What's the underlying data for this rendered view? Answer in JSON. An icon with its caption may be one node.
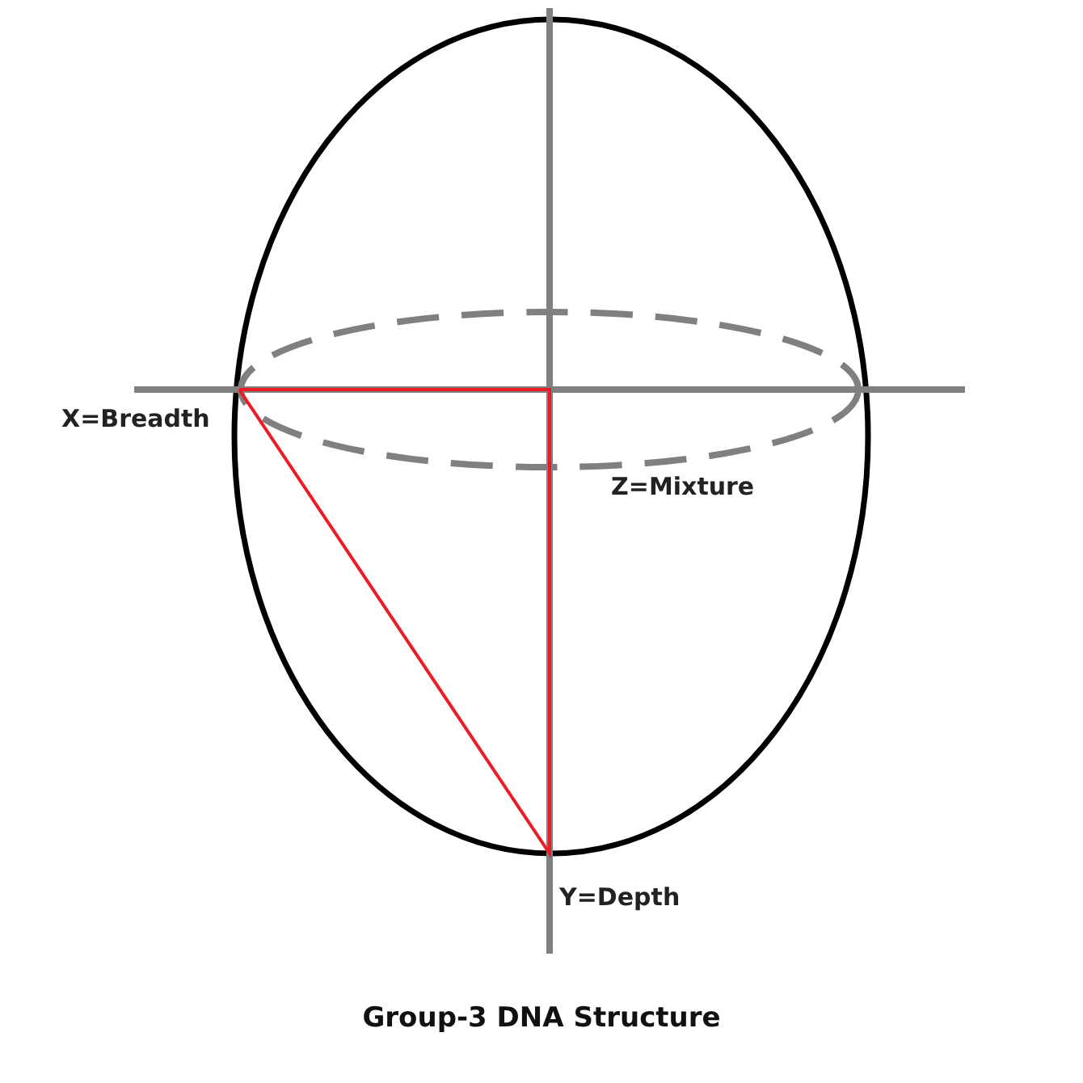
{
  "diagram": {
    "title": "Group-3 DNA Structure",
    "labels": [
      "X=Breadth",
      "Z=Mixture",
      "Y=Depth"
    ]
  }
}
